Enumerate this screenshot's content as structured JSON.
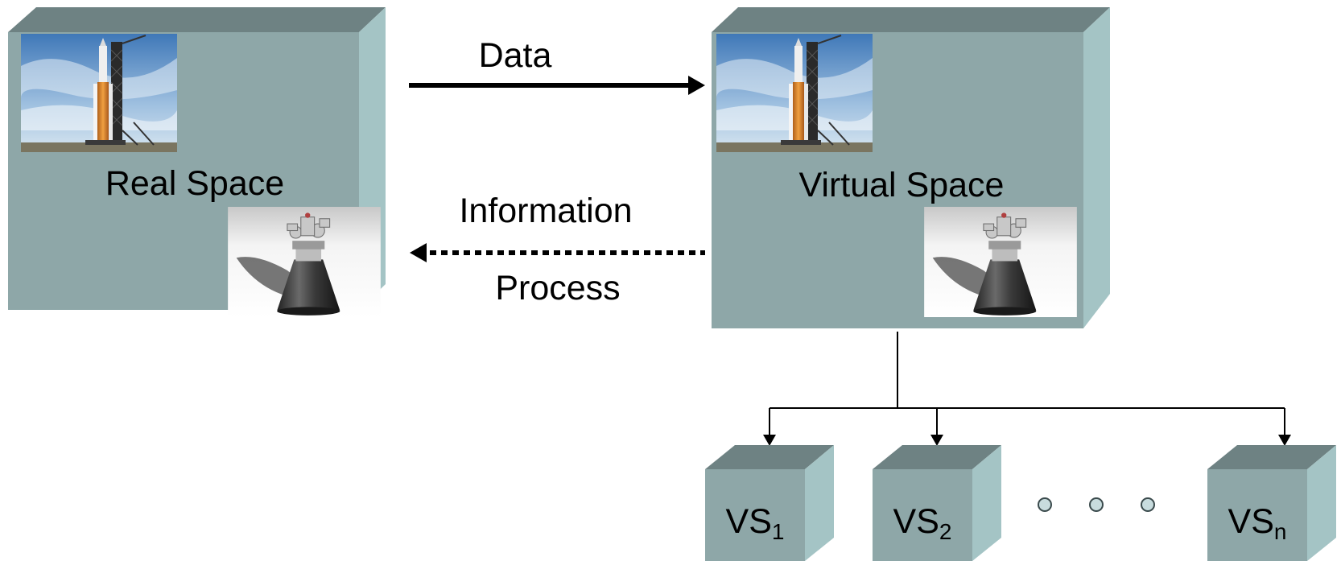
{
  "real_space": {
    "label": "Real Space"
  },
  "virtual_space": {
    "label": "Virtual Space"
  },
  "edges": {
    "data": "Data",
    "information": "Information",
    "process": "Process"
  },
  "sub_spaces": [
    {
      "base": "VS",
      "sub": "1"
    },
    {
      "base": "VS",
      "sub": "2"
    },
    {
      "base": "VS",
      "sub": "n"
    }
  ],
  "ellipsis_dots": 3,
  "colors": {
    "box_front": "#8ea7a8",
    "box_top": "#6e8283",
    "box_side": "#a4c4c5",
    "dot_fill": "#c8dcde",
    "arrow": "#000000"
  },
  "images": [
    "rocket-launch-photo",
    "rocket-engine-render"
  ]
}
